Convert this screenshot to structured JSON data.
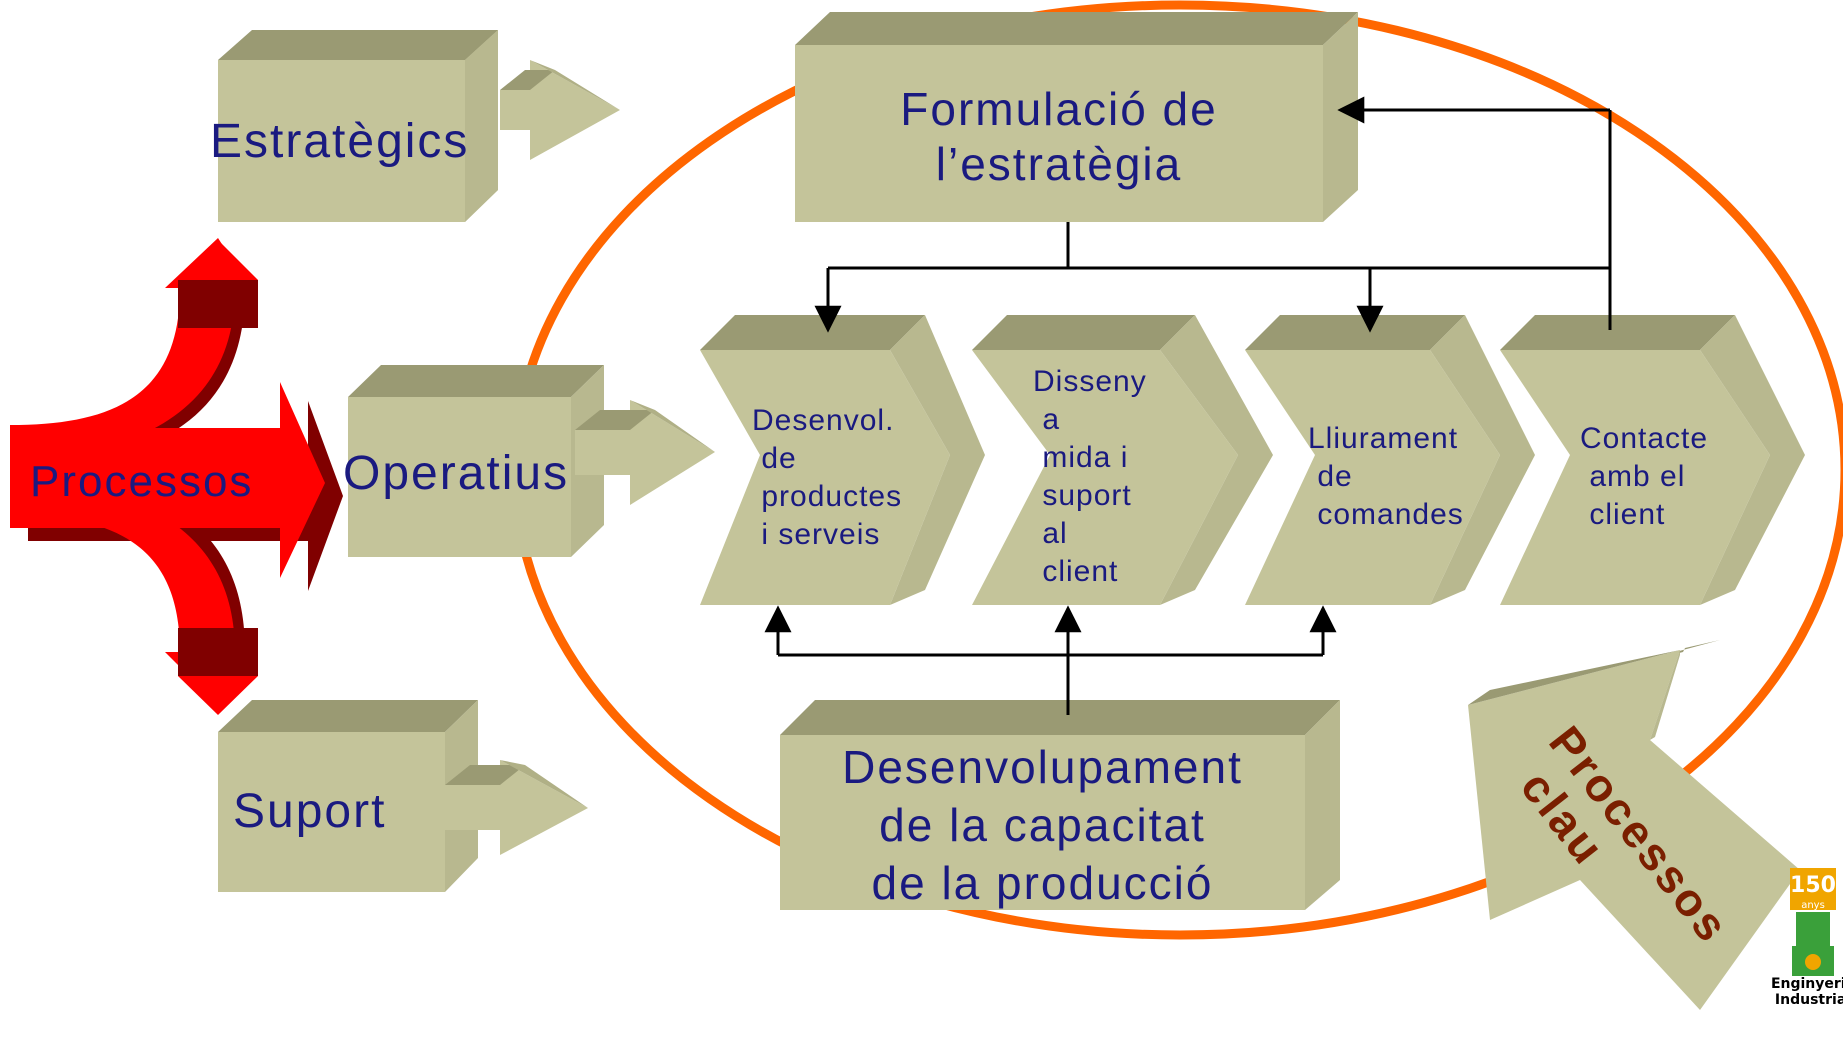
{
  "left": {
    "processos": "Processos",
    "estrategics": "Estratègics",
    "operatius": "Operatius",
    "suport": "Suport"
  },
  "top_box": {
    "line1": "Formulació de",
    "line2": "l’estratègia"
  },
  "chevrons": [
    {
      "text": "Desenvol.\n de\n productes\n i serveis"
    },
    {
      "text": "Disseny\n a\n mida i\n suport\n al\n client"
    },
    {
      "text": "Lliurament\n de\n comandes"
    },
    {
      "text": "Contacte\n amb el\n client"
    }
  ],
  "bottom_box": {
    "line1": "Desenvolupament",
    "line2": "de la capacitat",
    "line3": "de la producció"
  },
  "key_processes": {
    "line1": "Processos",
    "line2": "clau"
  },
  "logo": {
    "number": "150",
    "anys": "anys",
    "line1": "Enginyeria",
    "line2": "Industrial"
  },
  "colors": {
    "box_front": "#c4c49a",
    "box_top": "#9a9a73",
    "box_side": "#d8d8b4",
    "ellipse": "#ff6600",
    "red_arrow": "#ff0000",
    "dark_red": "#800000",
    "text_blue": "#1a1a80",
    "key_text": "#7a1f00"
  }
}
